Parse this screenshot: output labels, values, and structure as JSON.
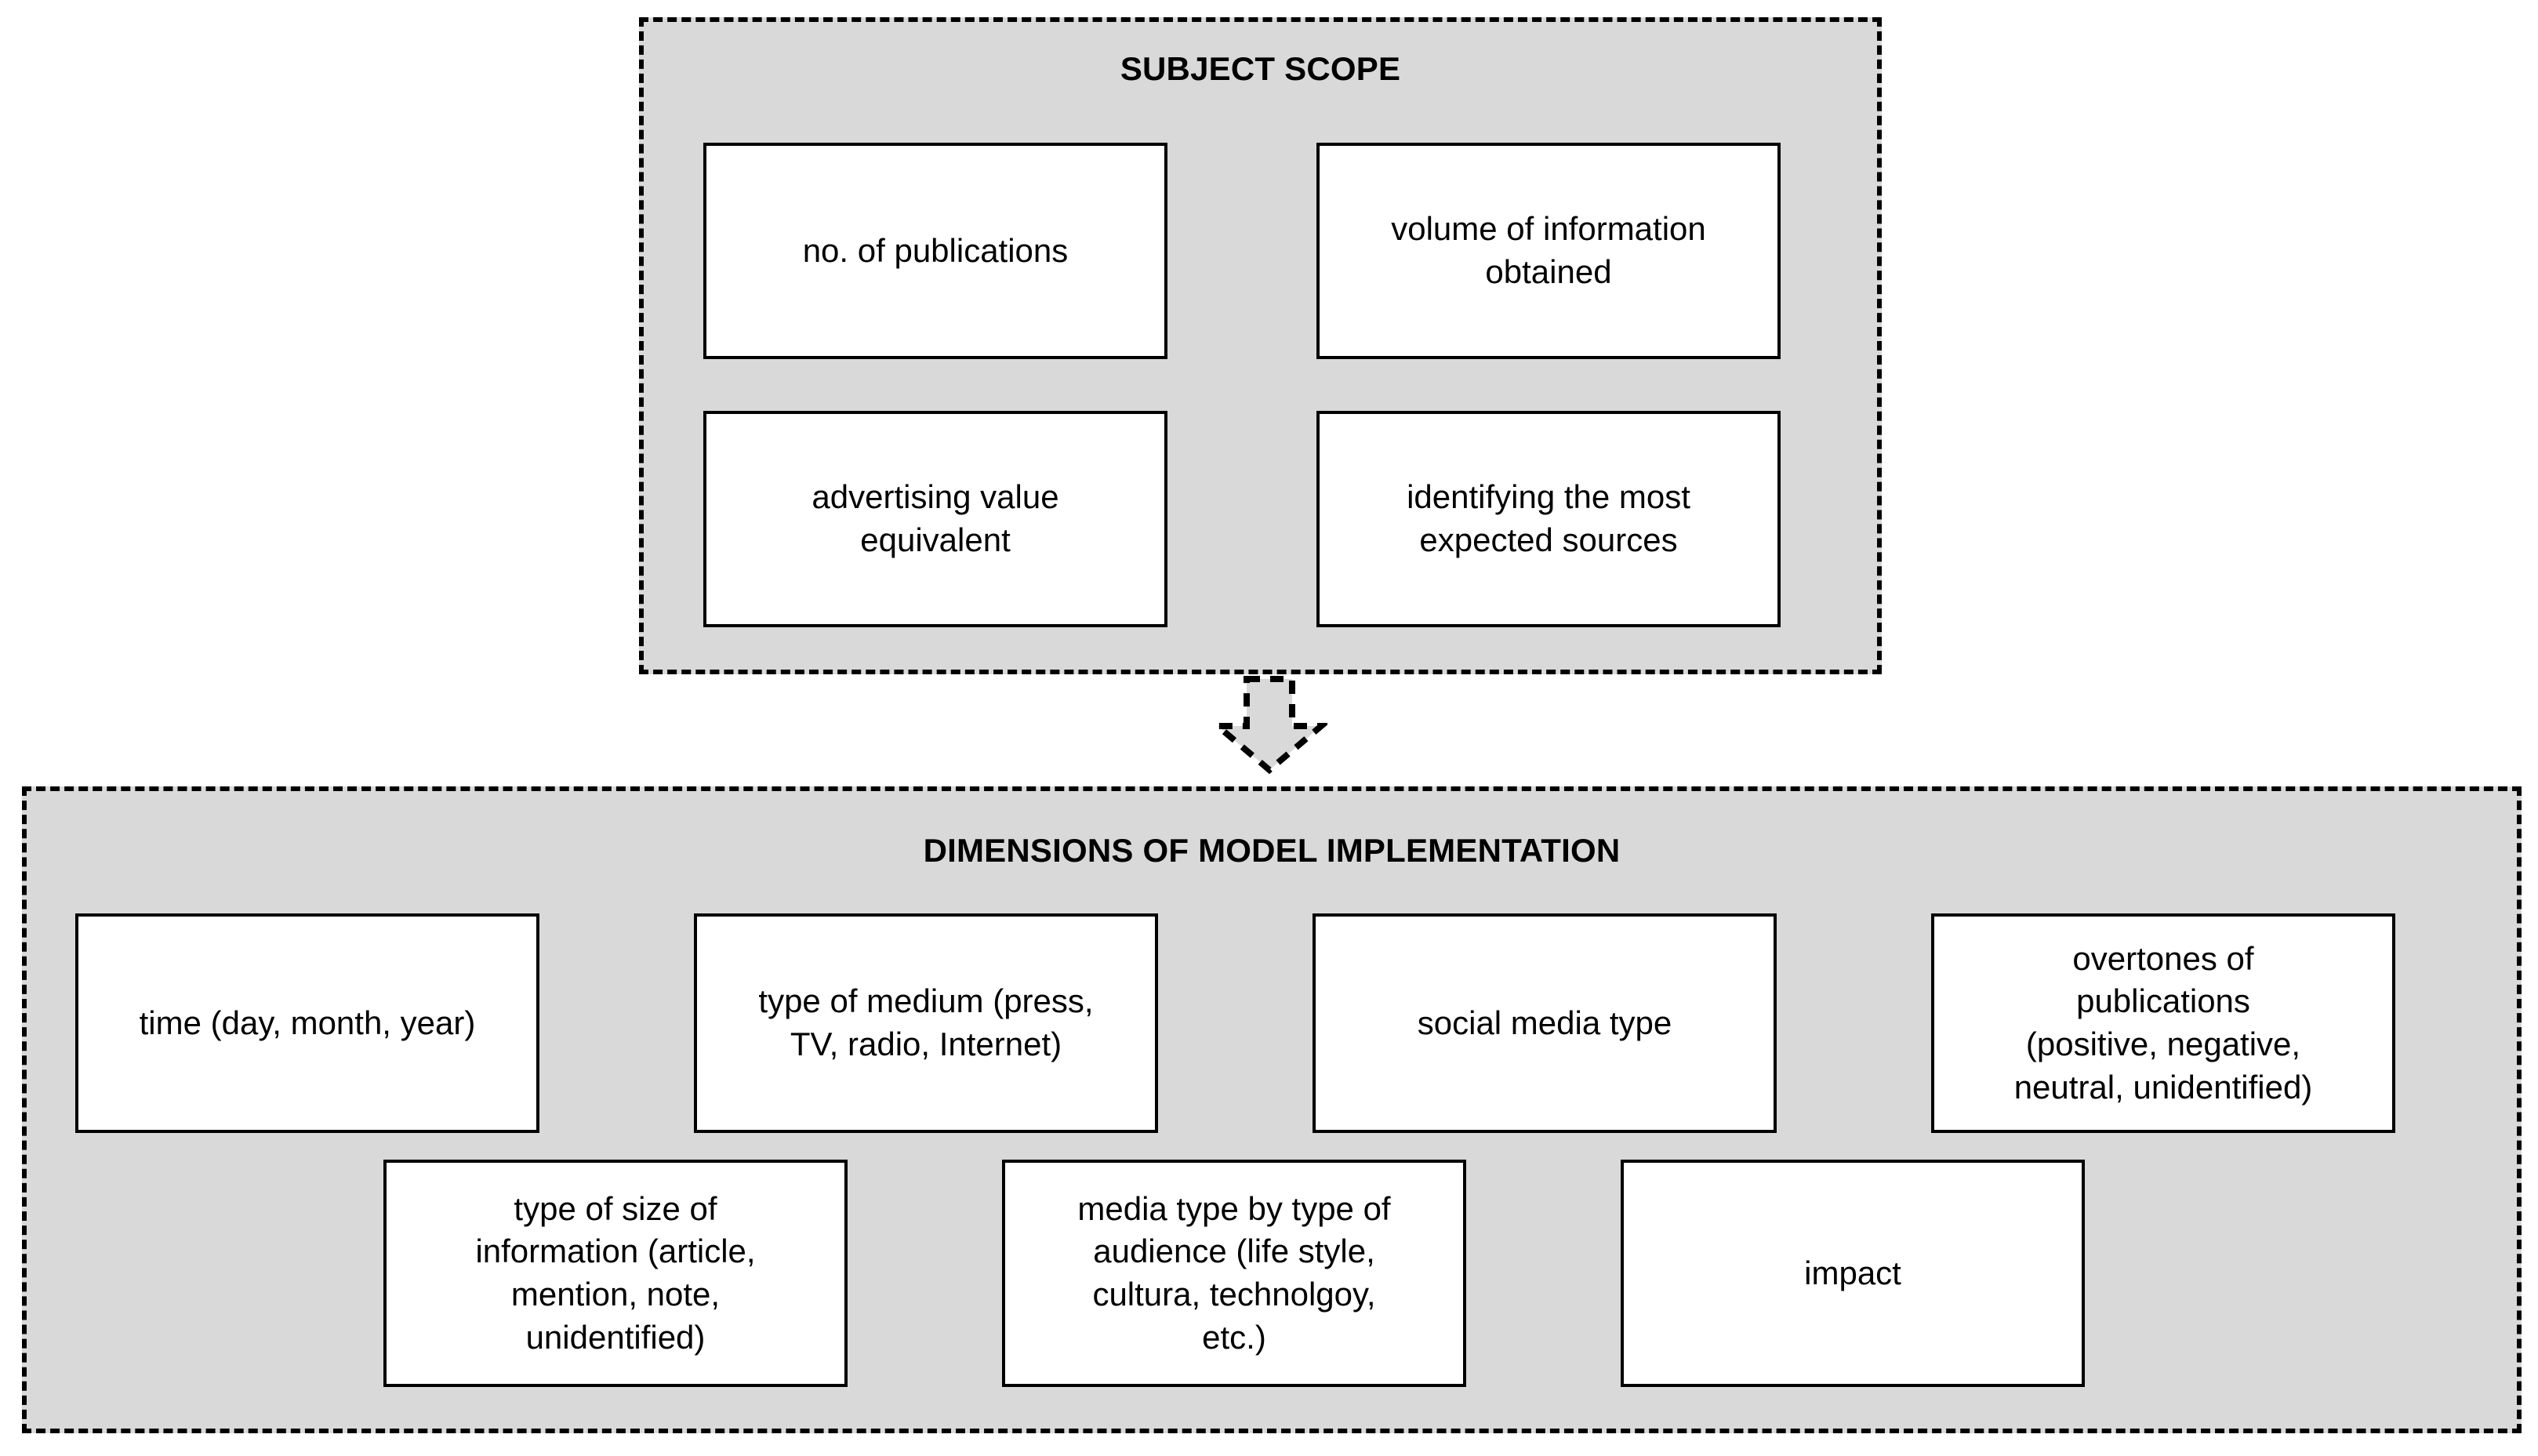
{
  "diagram": {
    "colors": {
      "panel_fill": "#d9d9d9",
      "box_fill": "#ffffff",
      "stroke": "#000000",
      "page_background": "#ffffff"
    },
    "sections": [
      {
        "id": "subject-scope",
        "title": "SUBJECT SCOPE",
        "boxes": [
          {
            "id": "no-of-publications",
            "label": "no. of publications"
          },
          {
            "id": "volume-of-information",
            "label": "volume of information\nobtained"
          },
          {
            "id": "advertising-value",
            "label": "advertising value\nequivalent"
          },
          {
            "id": "identifying-sources",
            "label": "identifying the most\nexpected sources"
          }
        ]
      },
      {
        "id": "dimensions",
        "title": "DIMENSIONS OF MODEL IMPLEMENTATION",
        "boxes_row1": [
          {
            "id": "time",
            "label": "time (day, month, year)"
          },
          {
            "id": "type-of-medium",
            "label": "type of medium (press,\nTV, radio, Internet)"
          },
          {
            "id": "social-media-type",
            "label": "social media type"
          },
          {
            "id": "overtones",
            "label": "overtones of\npublications\n(positive, negative,\nneutral, unidentified)"
          }
        ],
        "boxes_row2": [
          {
            "id": "type-of-size",
            "label": "type of size of\ninformation (article,\nmention, note,\nunidentified)"
          },
          {
            "id": "media-type-audience",
            "label": "media type by type of\naudience (life style,\ncultura, technolgoy,\netc.)"
          },
          {
            "id": "impact",
            "label": "impact"
          }
        ]
      }
    ],
    "connector": {
      "id": "arrow-connector",
      "icon": "arrow-down-icon",
      "direction": "down",
      "style": "dashed",
      "from": "subject-scope",
      "to": "dimensions"
    }
  }
}
